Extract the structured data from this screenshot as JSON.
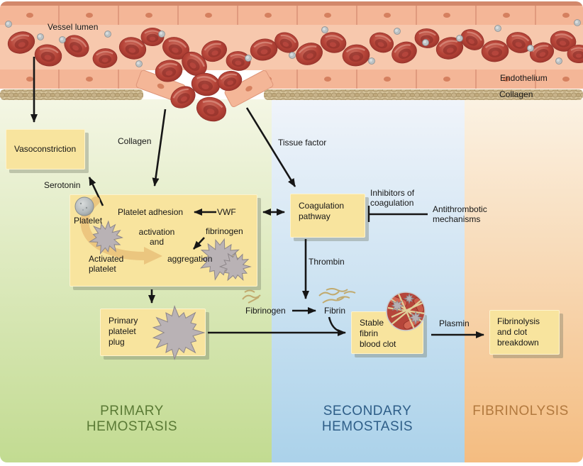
{
  "vessel": {
    "lumen": "Vessel lumen",
    "endothelium": "Endothelium",
    "collagen": "Collagen"
  },
  "flow": {
    "vasoconstriction": "Vasoconstriction",
    "collagen": "Collagen",
    "tissue_factor": "Tissue factor",
    "serotonin": "Serotonin",
    "platelet": "Platelet",
    "platelet_adhesion": "Platelet adhesion",
    "vwf": "VWF",
    "activation_and": "activation\nand",
    "fibrinogen_small": "fibrinogen",
    "aggregation": "aggregation",
    "activated_platelet": "Activated\nplatelet",
    "coagulation_pathway": "Coagulation\npathway",
    "inhibitors": "Inhibitors of\ncoagulation",
    "antithrombotic": "Antithrombotic\nmechanisms",
    "thrombin": "Thrombin",
    "fibrinogen": "Fibrinogen",
    "fibrin": "Fibrin",
    "primary_plug": "Primary\nplatelet\nplug",
    "stable_clot": "Stable\nfibrin\nblood clot",
    "plasmin": "Plasmin",
    "fibrinolysis_breakdown": "Fibrinolysis\nand clot\nbreakdown"
  },
  "sections": {
    "primary": {
      "label": "PRIMARY\nHEMOSTASIS",
      "color": "#5a7a35",
      "bg_top": "#f4f6e4",
      "bg_bottom": "#c2db91"
    },
    "secondary": {
      "label": "SECONDARY\nHEMOSTASIS",
      "color": "#2e5e88",
      "bg_top": "#f0f4fa",
      "bg_bottom": "#abd2ea"
    },
    "fibrinolysis": {
      "label": "FIBRINOLYSIS",
      "color": "#b2793e",
      "bg_top": "#fbf2e3",
      "bg_bottom": "#f4bc80"
    }
  },
  "colors": {
    "box_fill": "#f8e49e",
    "rbc_red": "#b64438",
    "platelet_gray": "#b9b2b5",
    "collagen_tan": "#c7b289",
    "vessel_wall": "#f3b497"
  }
}
